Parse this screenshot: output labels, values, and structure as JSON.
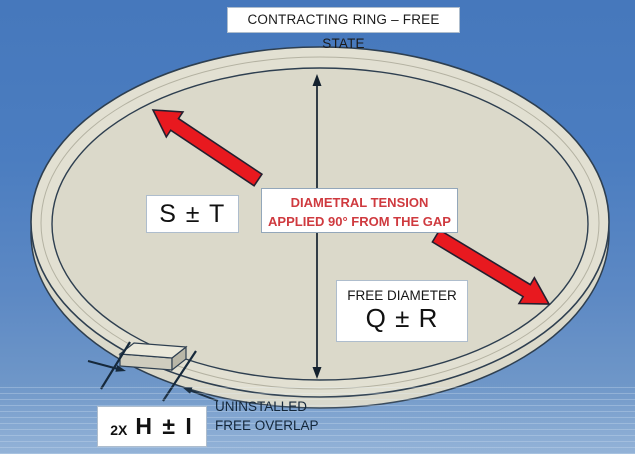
{
  "title": "CONTRACTING RING – FREE STATE",
  "labels": {
    "tension_line1": "DIAMETRAL TENSION",
    "tension_line2": "APPLIED 90° FROM THE GAP",
    "s_t": "S ± T",
    "free_diameter": "FREE DIAMETER",
    "q_r": "Q ± R",
    "overlap_qty": "2X",
    "h_i": "H ± I",
    "uninstalled_line1": "UNINSTALLED",
    "uninstalled_line2": "FREE OVERLAP"
  },
  "colors": {
    "background_top": "#4a7cbf",
    "background_bottom": "#7fa3cf",
    "ring_fill": "#e2e0d2",
    "ring_outline": "#2e3f50",
    "arrow_red": "#e8191f",
    "tension_text": "#cf3a3f",
    "annotation_ink": "#16293b",
    "box_background": "#ffffff",
    "box_border": "#aebdcd"
  }
}
